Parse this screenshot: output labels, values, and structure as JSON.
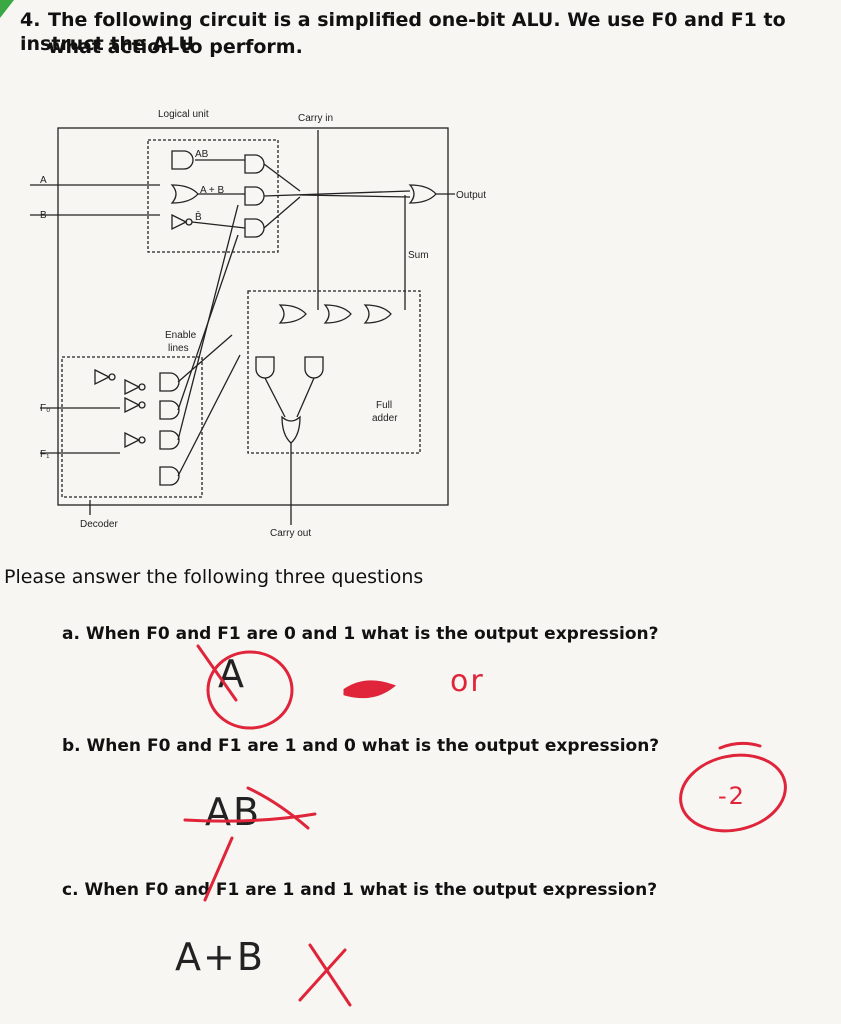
{
  "question": {
    "number": "4.",
    "line1": "The following circuit is a simplified one-bit ALU. We use F0 and F1 to instruct the ALU",
    "line2": "what action to perform."
  },
  "diagram": {
    "logical_unit": "Logical unit",
    "carry_in": "Carry in",
    "input_a": "A",
    "input_b": "B",
    "gate_and": "AB",
    "gate_or": "A + B",
    "gate_not": "B̄",
    "output": "Output",
    "sum": "Sum",
    "enable_lines": "Enable",
    "enable_lines2": "lines",
    "f0": "F₀",
    "f1": "F₁",
    "full_adder": "Full",
    "full_adder2": "adder",
    "decoder": "Decoder",
    "carry_out": "Carry out"
  },
  "prompt": "Please answer the following three questions",
  "questions": {
    "a": "a. When F0 and F1 are 0 and 1 what is the output expression?",
    "b": "b. When F0 and F1 are 1 and 0 what is the output expression?",
    "c": "c. When F0 and F1 are 1 and 1 what is the output expression?"
  },
  "handwritten": {
    "answer_a": "A",
    "or_word": "or",
    "answer_b": "AB",
    "answer_c": "A+B",
    "score": "-2"
  },
  "colors": {
    "ink": "#111111",
    "grader_red": "#e0243a",
    "pen": "#222222"
  }
}
